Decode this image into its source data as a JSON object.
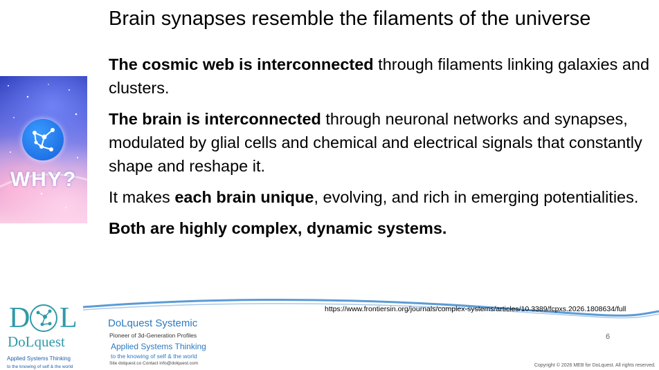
{
  "slide": {
    "title": "Brain synapses resemble the filaments of the universe",
    "paragraphs": [
      {
        "bold": "The cosmic web is interconnected",
        "rest": " through filaments linking galaxies and clusters."
      },
      {
        "bold": "The brain is interconnected",
        "rest": " through neuronal networks and synapses, modulated by glial cells and chemical and electrical signals that constantly shape and reshape it."
      },
      {
        "lead": "It makes ",
        "bold": "each brain unique",
        "rest": ", evolving, and rich in emerging potentialities."
      },
      {
        "bold": "Both are highly complex, dynamic systems.",
        "rest": ""
      }
    ],
    "side_image": {
      "text": "WHY?",
      "icon": "network-icon"
    },
    "reference_url": "https://www.frontiersin.org/journals/complex-systems/articles/10.3389/fcpxs.2026.1808634/full",
    "page_number": "6",
    "copyright": "Copyright © 2026 MEB for DoLquest. All rights reserved."
  },
  "logo": {
    "letter_left": "D",
    "letter_right": "L",
    "name": "DoLquest",
    "tagline_1": "Applied Systems Thinking",
    "tagline_2": "to the knowing of self & the world"
  },
  "systemic": {
    "title": "DoLquest Systemic",
    "pioneer": "Pioneer of 3d-Generation Profiles",
    "ast": "Applied Systems Thinking",
    "knowing": "to the knowing of self & the world",
    "contact": "Site dolquest.co Contact  info@dolquest.com"
  },
  "colors": {
    "accent_blue": "#2b79c2",
    "logo_teal": "#2f9aa8",
    "wave_blue": "#5b9bd5"
  }
}
